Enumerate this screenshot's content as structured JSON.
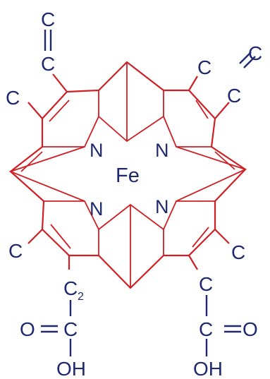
{
  "molecule": {
    "center_atom": "Fe",
    "nitrogens": [
      "N",
      "N",
      "N",
      "N"
    ],
    "substituents": {
      "top_left_vinyl_top": "C",
      "top_left_vinyl_bottom": "C",
      "left_upper_methyl": "C",
      "top_right_methyl": "C",
      "right_upper_vinyl_outer": "C",
      "right_upper_vinyl_inner": "C",
      "left_lower_methyl": "C",
      "right_lower_methyl": "C",
      "propionate_left_ch2": "C",
      "propionate_left_ch2_sub": "2",
      "propionate_left_carbonyl_c": "C",
      "propionate_left_o": "O",
      "propionate_left_oh": "OH",
      "propionate_right_ch2": "C",
      "propionate_right_carbonyl_c": "C",
      "propionate_right_o": "O",
      "propionate_right_oh": "OH"
    }
  },
  "colors": {
    "ring_stroke": "#cf1f24",
    "ring_fill_center": "#8e0b0e",
    "ring_fill_edge": "#f6dcd8",
    "atom_text": "#1f2a6e"
  }
}
